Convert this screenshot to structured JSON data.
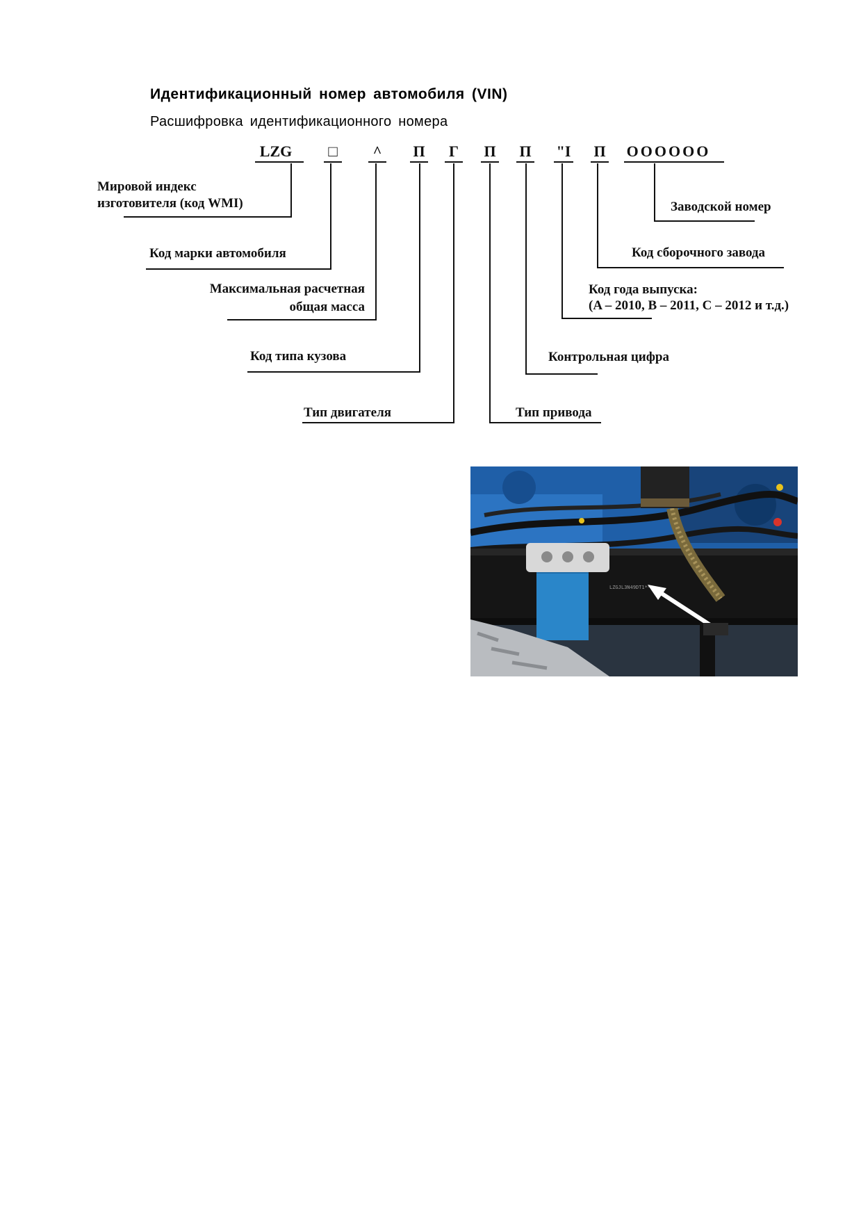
{
  "header": {
    "title": "Идентификационный номер автомобиля (VIN)",
    "subtitle": "Расшифровка идентификационного номера"
  },
  "vin": {
    "wmi": "LZG",
    "chars": [
      "□",
      "^",
      "П",
      "Г",
      "П",
      "П",
      "\"I",
      "П"
    ],
    "serial": "OOOOOO"
  },
  "labels": {
    "wmi_line1": "Мировой индекс",
    "wmi_line2": "изготовителя (код WMI)",
    "brand": "Код марки автомобиля",
    "mass_line1": "Максимальная расчетная",
    "mass_line2": "общая масса",
    "body": "Код типа кузова",
    "engine": "Тип двигателя",
    "drive": "Тип привода",
    "check": "Контрольная цифра",
    "year_line1": "Код года выпуска:",
    "year_line2": "(A – 2010, B – 2011, C – 2012 и т.д.)",
    "plant": "Код сборочного завода",
    "serial": "Заводской номер"
  },
  "photo": {
    "stamp_text": "LZGJL3N49DT1***"
  },
  "colors": {
    "engine_blue": "#1f5fa8",
    "frame_black": "#1a1a1a"
  }
}
